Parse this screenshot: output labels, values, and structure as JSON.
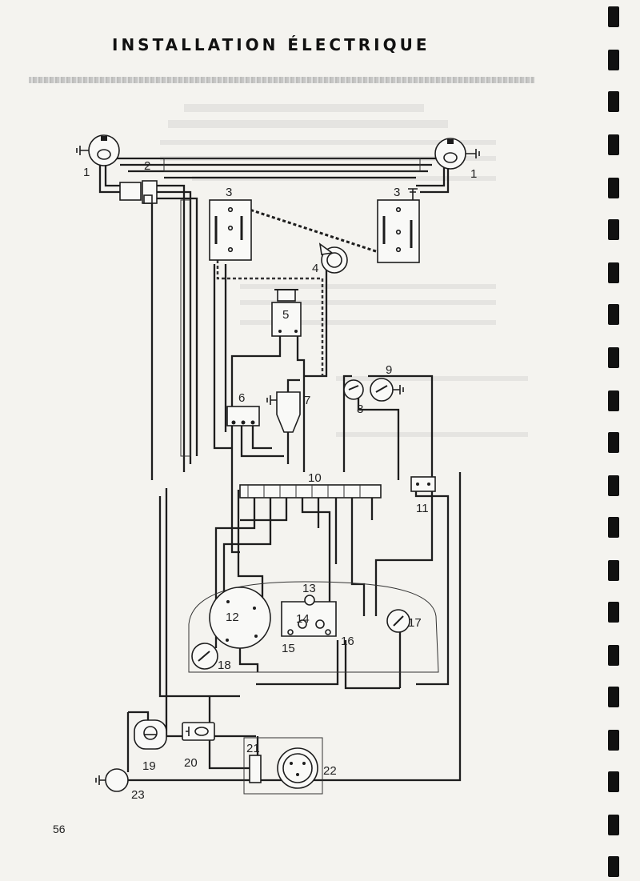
{
  "page": {
    "title": "INSTALLATION ÉLECTRIQUE",
    "page_number": "56"
  },
  "diagram": {
    "component_labels": {
      "l1a": "1",
      "l1b": "1",
      "l2": "2",
      "l3a": "3",
      "l3b": "3",
      "l4": "4",
      "l5": "5",
      "l6": "6",
      "l7": "7",
      "l8": "8",
      "l9": "9",
      "l10": "10",
      "l11": "11",
      "l12": "12",
      "l13": "13",
      "l14": "14",
      "l15": "15",
      "l16": "16",
      "l17": "17",
      "l18": "18",
      "l19": "19",
      "l20": "20",
      "l21": "21",
      "l22": "22",
      "l23": "23"
    }
  }
}
